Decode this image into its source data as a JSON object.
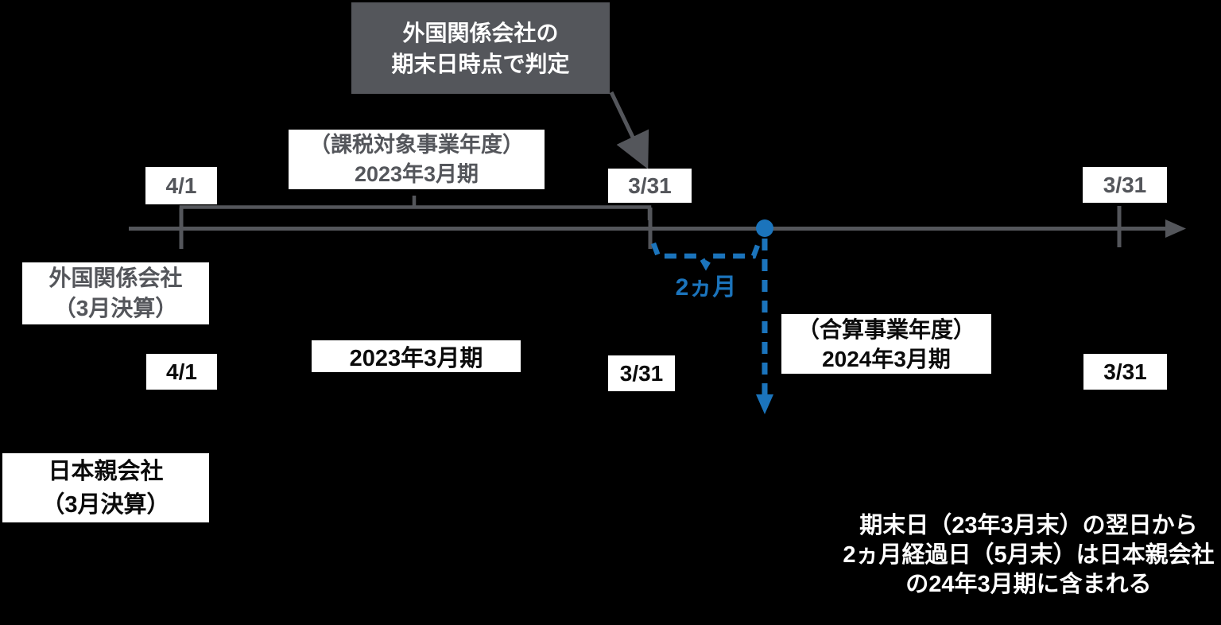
{
  "colors": {
    "background": "#000000",
    "gray": "#54565B",
    "blue": "#1B74BC",
    "black_text": "#0B0B0B",
    "white": "#FFFFFF"
  },
  "callout": {
    "line1": "外国関係会社の",
    "line2": "期末日時点で判定"
  },
  "taxable_period_label": {
    "line1": "（課税対象事業年度）",
    "line2": "2023年3月期"
  },
  "timeline_top": {
    "start_date": "4/1",
    "end_date": "3/31",
    "next_end_date": "3/31"
  },
  "foreign_entity": {
    "line1": "外国関係会社",
    "line2": "（3月決算）"
  },
  "japan_row": {
    "start_date": "4/1",
    "period": "2023年3月期",
    "end_date": "3/31",
    "next_end_date": "3/31"
  },
  "japan_entity": {
    "line1": "日本親会社",
    "line2": "（3月決算）"
  },
  "two_months": "2ヵ月",
  "consolidated_period_label": {
    "line1": "（合算事業年度）",
    "line2": "2024年3月期"
  },
  "note": {
    "line1": "期末日（23年3月末）の翌日から",
    "line2": "2ヵ月経過日（5月末）は日本親会社",
    "line3": "の24年3月期に含まれる"
  }
}
